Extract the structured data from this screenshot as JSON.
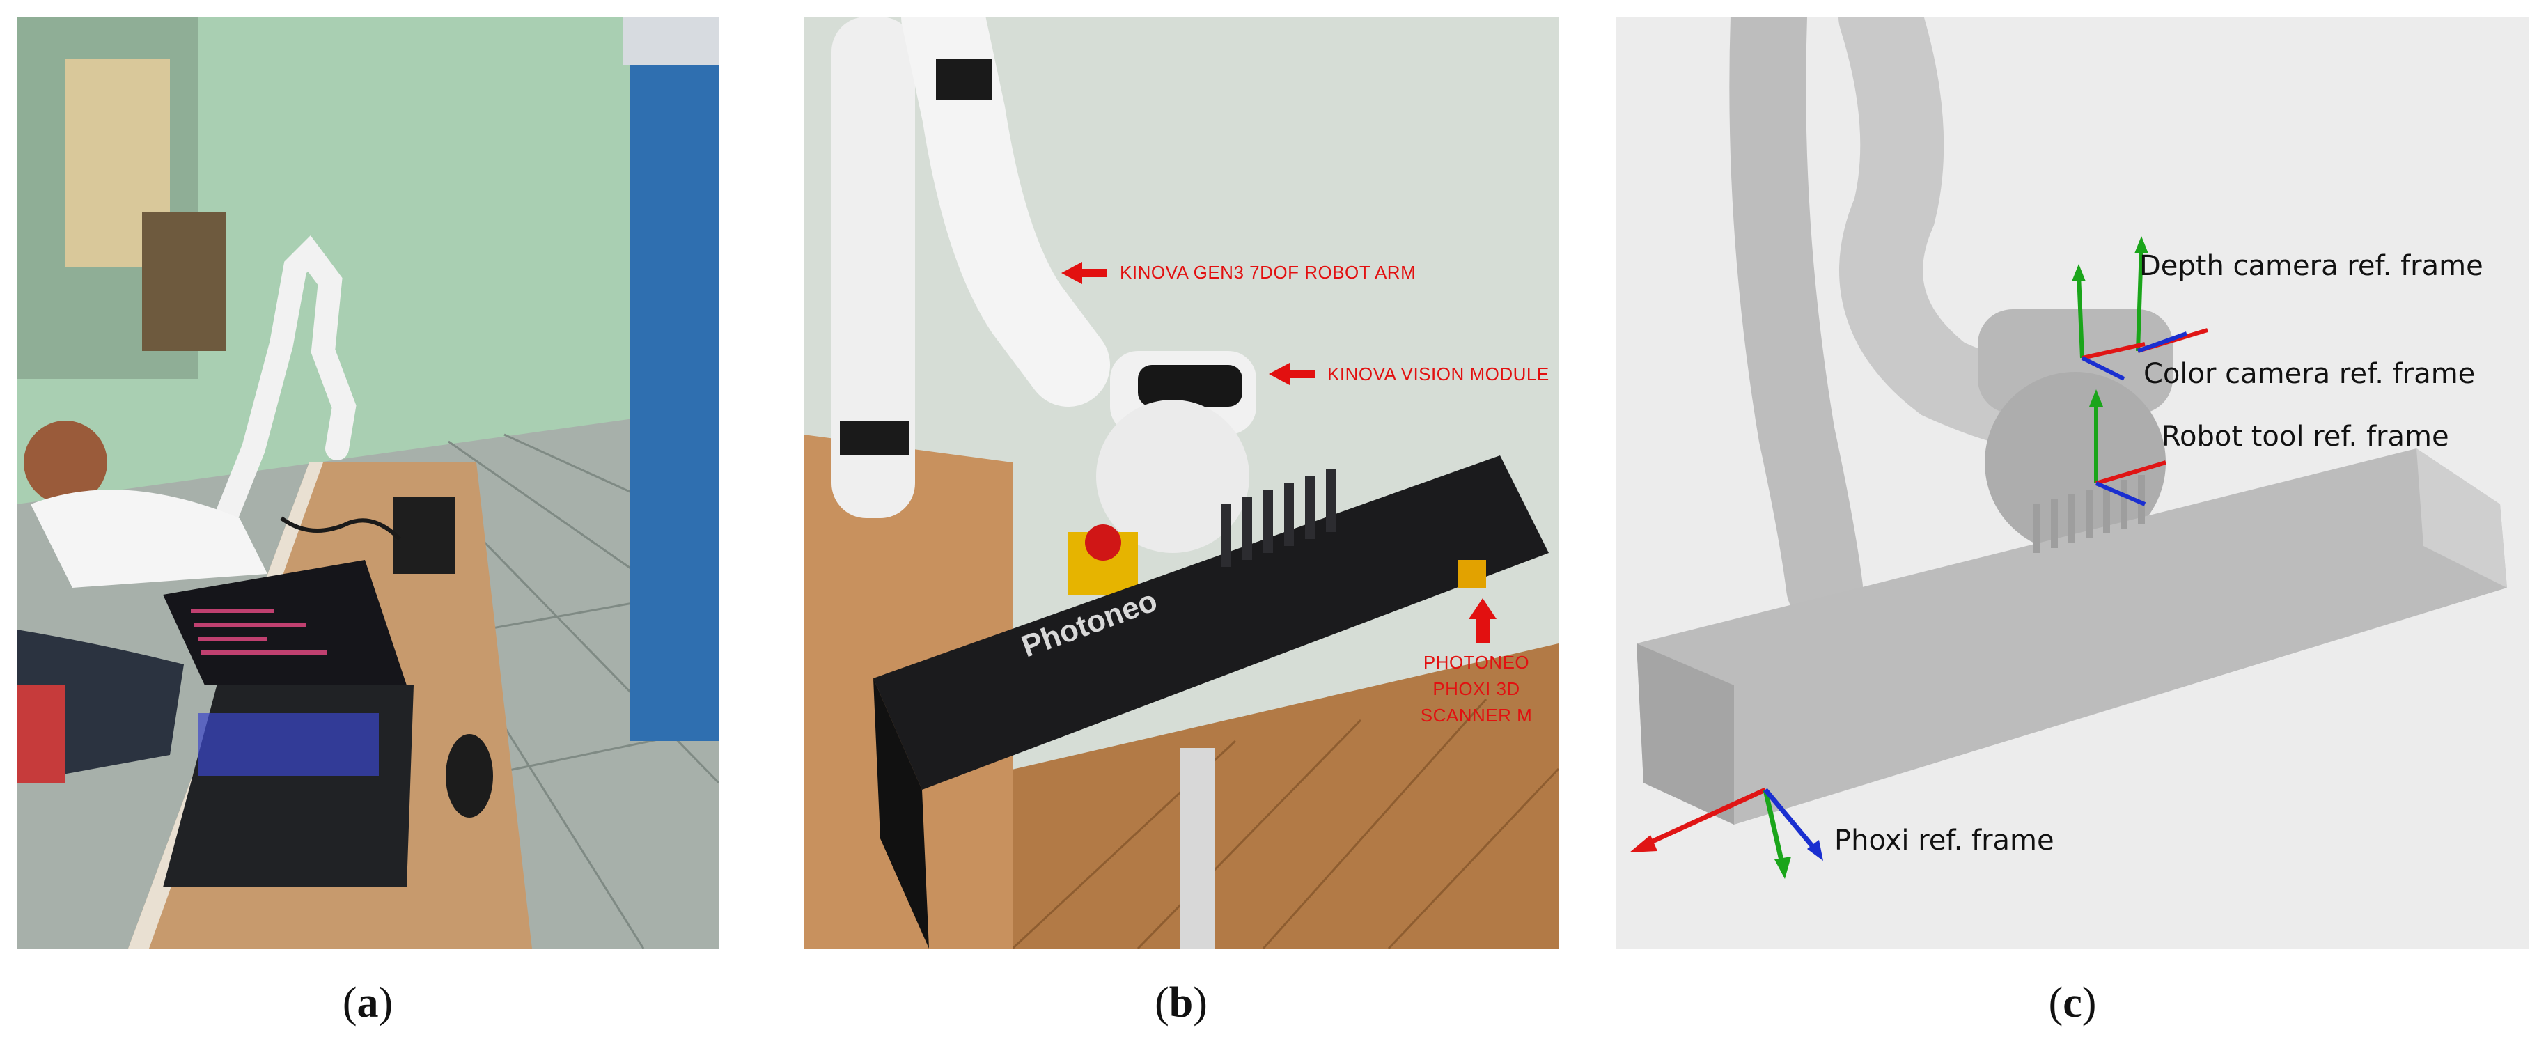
{
  "panels": [
    {
      "id": "a",
      "caption_letter": "a",
      "description": "photo"
    },
    {
      "id": "b",
      "caption_letter": "b"
    },
    {
      "id": "c",
      "caption_letter": "c"
    }
  ],
  "panel_b": {
    "annotations": {
      "robot_arm": "KINOVA GEN3 7DOF ROBOT ARM",
      "vision_module": "KINOVA VISION MODULE",
      "scanner_line1": "PHOTONEO PHOXI 3D",
      "scanner_line2": "SCANNER M"
    },
    "brand_on_scanner": "Photoneo"
  },
  "panel_c": {
    "labels": {
      "depth": "Depth camera ref. frame",
      "color": "Color camera ref. frame",
      "tool": "Robot tool ref. frame",
      "phoxi": "Phoxi ref. frame"
    },
    "axis_colors": {
      "x": "#e01515",
      "y": "#1aa51a",
      "z": "#1a2fd0"
    }
  },
  "colors": {
    "annotation_red": "#e21010"
  }
}
